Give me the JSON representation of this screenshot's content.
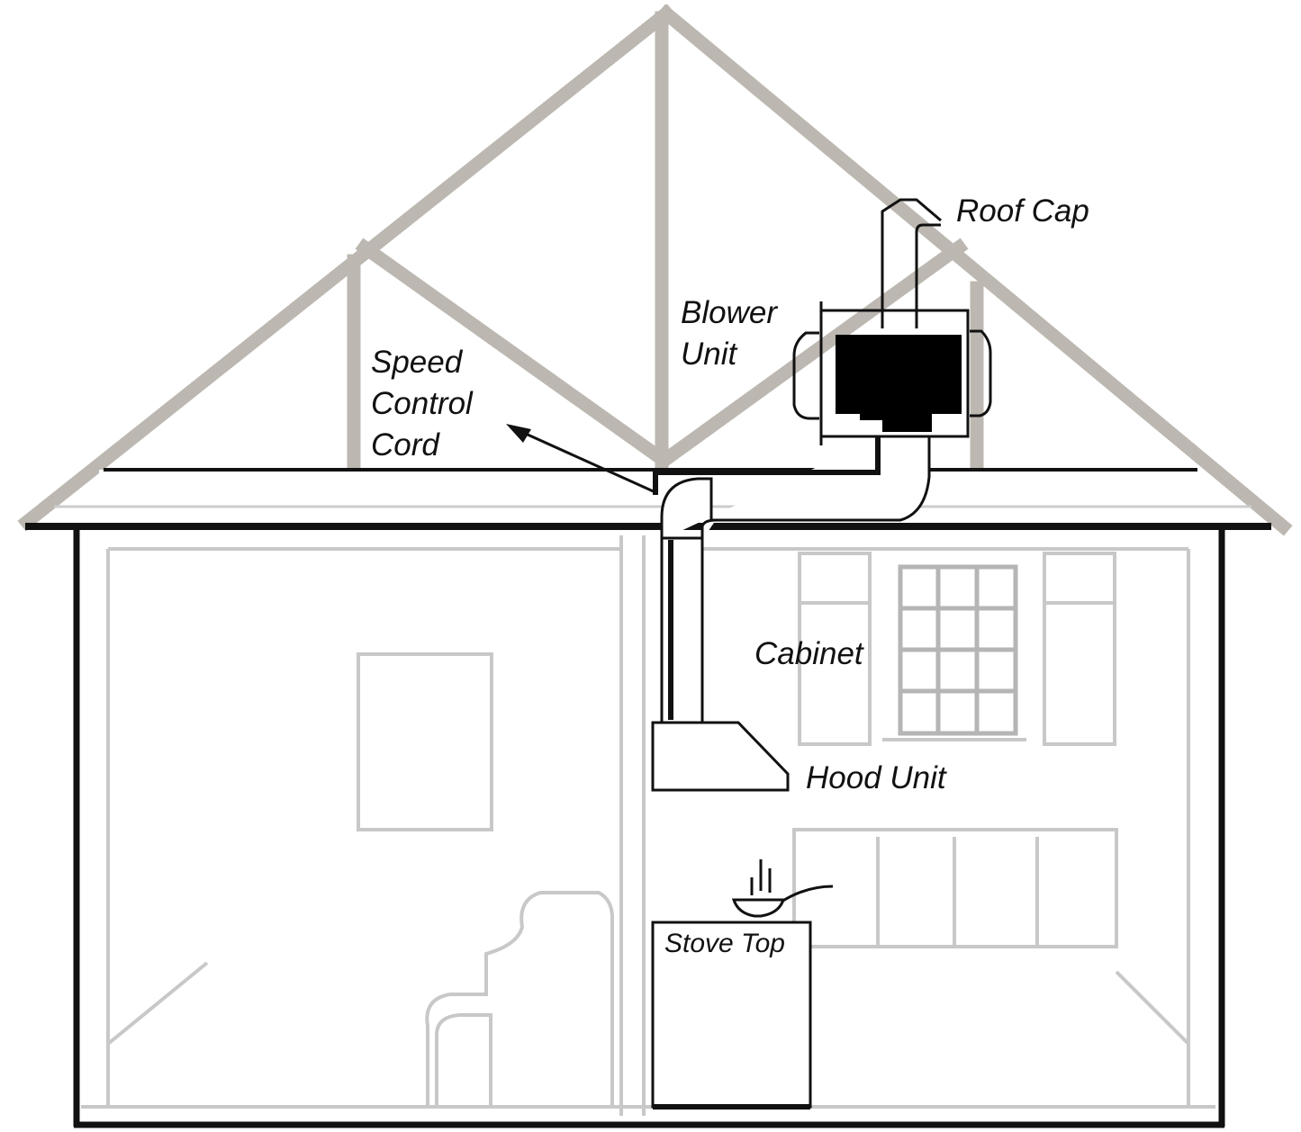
{
  "labels": {
    "roof_cap": "Roof Cap",
    "blower_unit": [
      "Blower",
      "Unit"
    ],
    "speed_control_cord": [
      "Speed",
      "Control",
      "Cord"
    ],
    "cabinet": "Cabinet",
    "hood_unit": "Hood Unit",
    "stove_top": "Stove Top"
  },
  "colors": {
    "truss": "#bcb8b1",
    "line": "#111111",
    "interior": "#c8c8c8"
  }
}
